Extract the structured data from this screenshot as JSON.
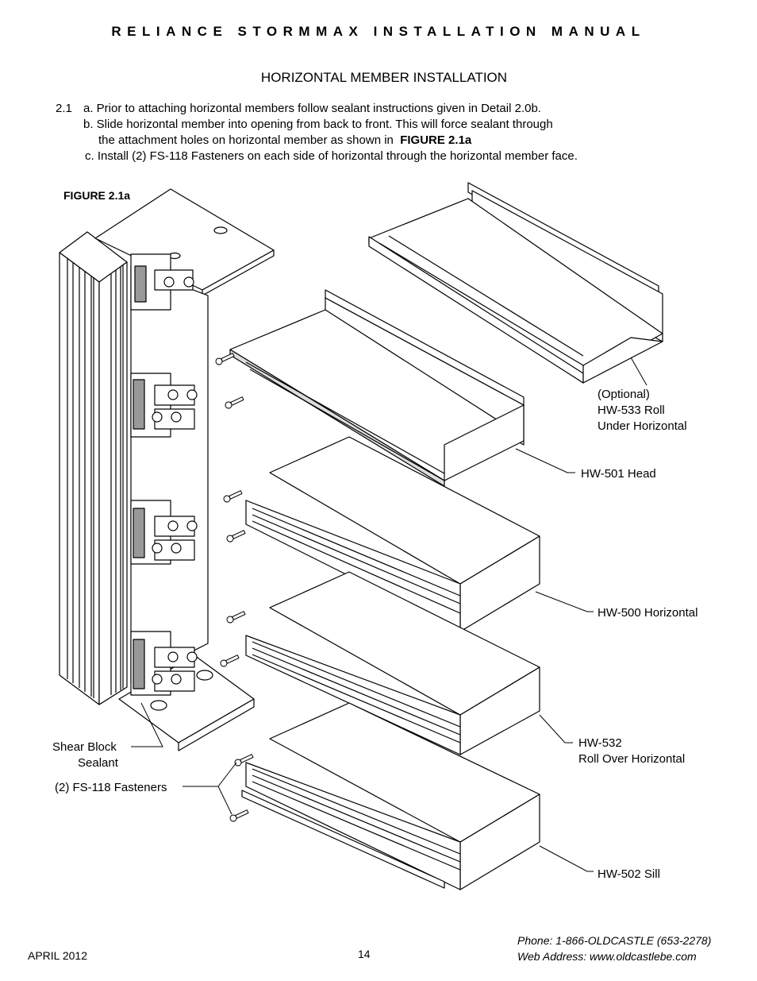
{
  "header": {
    "title": "RELIANCE STORMMAX INSTALLATION MANUAL"
  },
  "section": {
    "title": "HORIZONTAL MEMBER INSTALLATION"
  },
  "instructions": {
    "number": "2.1",
    "a": "a. Prior to attaching horizontal members follow sealant instructions given in Detail 2.0b.",
    "b1": "b. Slide horizontal member into opening from back to front. This will force sealant through",
    "b2_prefix": "the attachment holes on horizontal member as shown in",
    "b2_ref": "FIGURE 2.1a",
    "c": "c. Install (2) FS-118 Fasteners on each side of horizontal through the horizontal member face."
  },
  "figure": {
    "label": "FIGURE 2.1a",
    "callouts": {
      "hw533_l1": "(Optional)",
      "hw533_l2": "HW-533 Roll",
      "hw533_l3": "Under Horizontal",
      "hw501": "HW-501 Head",
      "hw500": "HW-500 Horizontal",
      "hw532_l1": "HW-532",
      "hw532_l2": "Roll Over Horizontal",
      "hw502": "HW-502 Sill",
      "shear_l1": "Shear Block",
      "shear_l2": "Sealant",
      "fasteners": "(2) FS-118 Fasteners"
    }
  },
  "footer": {
    "date": "APRIL 2012",
    "page": "14",
    "phone": "Phone: 1-866-OLDCASTLE (653-2278)",
    "web": "Web Address: www.oldcastlebe.com"
  }
}
